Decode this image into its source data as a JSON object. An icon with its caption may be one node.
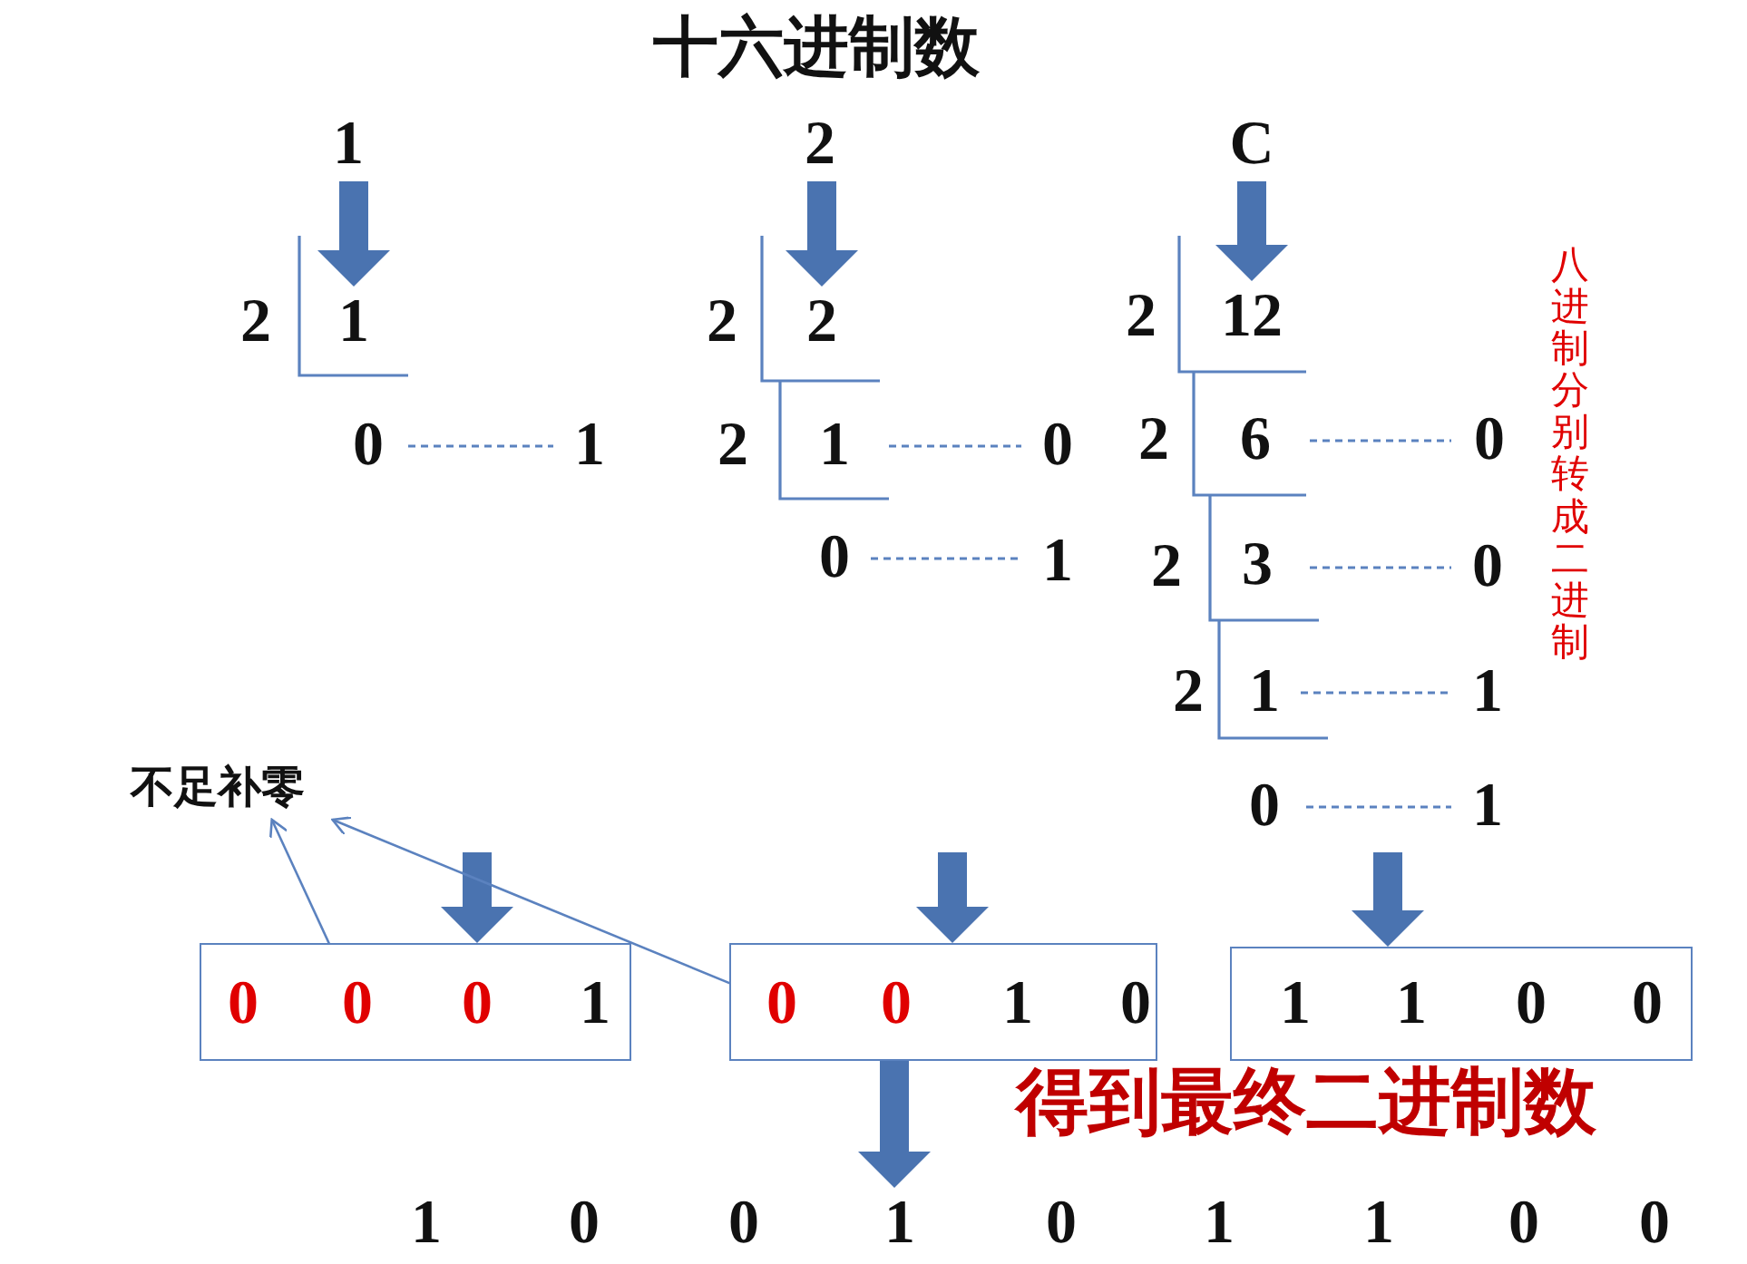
{
  "diagram": {
    "title": "十六进制数",
    "nodes": [
      {
        "text": [
          "1"
        ]
      },
      {
        "text": [
          "2"
        ]
      },
      {
        "text": [
          "C"
        ]
      },
      {
        "text": [
          "1"
        ]
      },
      {
        "text": [
          "2"
        ]
      },
      {
        "text": [
          "12"
        ]
      },
      {
        "text": [
          "不足补零"
        ]
      },
      {
        "text": [],
        "shape": "box"
      },
      {
        "text": [
          "0"
        ],
        "in": 7
      },
      {
        "text": [
          "0"
        ],
        "in": 7
      },
      {
        "text": [
          "0"
        ],
        "in": 7
      },
      {
        "text": [
          "1"
        ],
        "in": 7
      },
      {
        "text": [],
        "shape": "box"
      },
      {
        "text": [
          "0"
        ],
        "in": 12
      },
      {
        "text": [
          "0"
        ],
        "in": 12
      },
      {
        "text": [
          "1"
        ],
        "in": 12
      },
      {
        "text": [
          "0"
        ],
        "in": 12
      },
      {
        "text": [],
        "shape": "box"
      },
      {
        "text": [
          "1"
        ],
        "in": 17
      },
      {
        "text": [
          "1"
        ],
        "in": 17
      },
      {
        "text": [
          "0"
        ],
        "in": 17
      },
      {
        "text": [
          "0"
        ],
        "in": 17
      },
      {
        "text": [
          "1",
          "0",
          "0",
          "1",
          "0",
          "1",
          "1",
          "0",
          "0"
        ]
      }
    ],
    "edges": [
      {
        "from": 0,
        "to": 3,
        "arrow": "to"
      },
      {
        "from": 1,
        "to": 4,
        "arrow": "to"
      },
      {
        "from": 2,
        "to": 5,
        "arrow": "to"
      },
      {
        "from": null,
        "to": 7,
        "arrow": "to"
      },
      {
        "from": null,
        "to": 12,
        "arrow": "to"
      },
      {
        "from": null,
        "to": 17,
        "arrow": "to"
      },
      {
        "from": 9,
        "to": 6,
        "arrow": "to"
      },
      {
        "from": 13,
        "to": 6,
        "arrow": "to"
      },
      {
        "from": 12,
        "to": 22,
        "arrow": "to"
      }
    ],
    "labels": [
      "八进制分别转成二进制",
      "2",
      "2",
      "2",
      "0",
      "1",
      "2",
      "1",
      "0",
      "2",
      "6",
      "0",
      "0",
      "1",
      "2",
      "3",
      "0",
      "2",
      "1",
      "1",
      "0",
      "1",
      "得到最终二进制数"
    ]
  }
}
